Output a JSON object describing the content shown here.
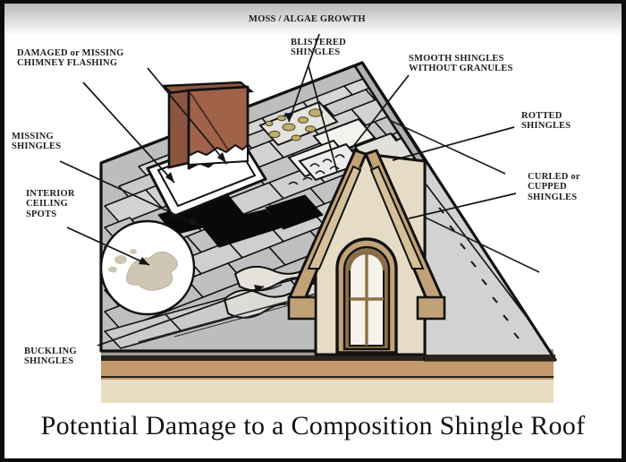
{
  "figure": {
    "title": "Potential Damage to a Composition Shingle Roof",
    "subject": "composition shingle roof cutaway illustration"
  },
  "labels": [
    {
      "id": "moss-algae-growth",
      "text": "MOSS / ALGAE GROWTH"
    },
    {
      "id": "damaged-chimney-flashing",
      "text": "DAMAGED or MISSING\nCHIMNEY FLASHING"
    },
    {
      "id": "blistered-shingles",
      "text": "BLISTERED\nSHINGLES"
    },
    {
      "id": "smooth-shingles",
      "text": "SMOOTH SHINGLES\nWITHOUT GRANULES"
    },
    {
      "id": "rotted-shingles",
      "text": "ROTTED\nSHINGLES"
    },
    {
      "id": "curled-cupped-shingles",
      "text": "CURLED or\nCUPPED\nSHINGLES"
    },
    {
      "id": "missing-shingles",
      "text": "MISSING\nSHINGLES"
    },
    {
      "id": "interior-ceiling-spots",
      "text": "INTERIOR\nCEILING\nSPOTS"
    },
    {
      "id": "buckling-shingles",
      "text": "BUCKLING\nSHINGLES"
    }
  ],
  "colors": {
    "frame_border": "#0d0d0d",
    "canvas": "#ffffff",
    "shingle_light": "#d2d2d2",
    "shingle_mid": "#bdbdbd",
    "shingle_dark": "#a9a9a9",
    "shingle_pale": "#e9e9e9",
    "missing_shingle_void": "#0a0a0a",
    "chimney_brick": "#a0634a",
    "chimney_brick_shade": "#8d5540",
    "flashing_white": "#fdfdfd",
    "dormer_body": "#e6dcc6",
    "dormer_trim": "#c1a277",
    "fascia_tan": "#c49a6c",
    "wall_cream": "#e8dcc0",
    "moss_olive": "#b9a96a",
    "stain_beige": "#cfc6b4",
    "outline": "#111111",
    "label_text": "#201c18",
    "title_text": "#141414"
  }
}
